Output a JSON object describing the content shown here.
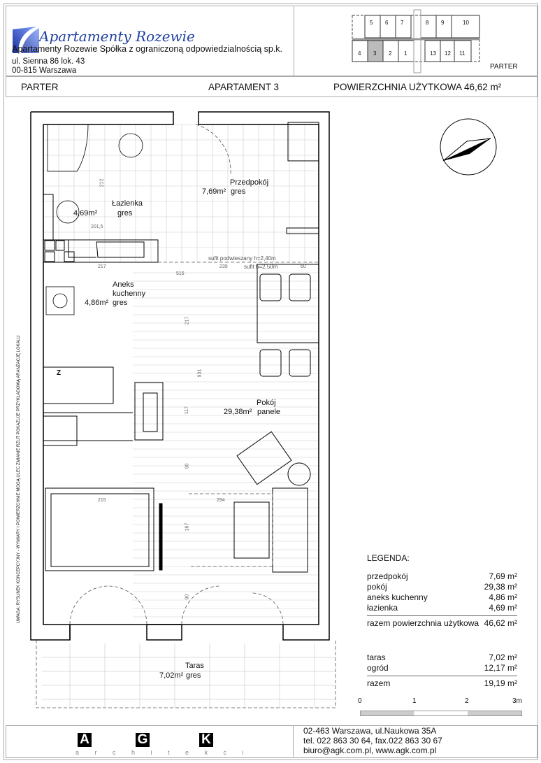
{
  "header": {
    "brand_name": "Apartamenty Rozewie",
    "company": "Apartamenty Rozewie Spółka z ograniczoną odpowiedzialnością sp.k.",
    "address_line1": "ul. Sienna 86 lok. 43",
    "address_line2": "00-815 Warszawa",
    "keyplan_floor": "PARTER",
    "keyplan_units_top": [
      "5",
      "6",
      "7",
      "8",
      "9",
      "10"
    ],
    "keyplan_units_bottom": [
      "4",
      "3",
      "2",
      "1",
      "13",
      "12",
      "11"
    ],
    "floor": "PARTER",
    "apartment": "APARTAMENT 3",
    "usable_area": "POWIERZCHNIA UŻYTKOWA 46,62 m²"
  },
  "plan": {
    "rooms": [
      {
        "name": "Łazienka",
        "area": "4,69m²",
        "finish": "gres"
      },
      {
        "name": "Przedpokój",
        "area": "7,69m²",
        "finish": "gres"
      },
      {
        "name": "Aneks kuchenny",
        "area": "4,86m²",
        "finish": "gres"
      },
      {
        "name": "Pokój",
        "area": "29,38m²",
        "finish": "panele"
      },
      {
        "name": "Taras",
        "area": "7,02m²",
        "finish": "gres"
      }
    ],
    "ceiling_notes": [
      "sufit podwieszany h=2,40m",
      "sufit h=2,50m"
    ],
    "dimensions": [
      "212",
      "201,5",
      "217",
      "239",
      "60",
      "516",
      "217",
      "931",
      "117",
      "90",
      "215",
      "294",
      "167",
      "90"
    ],
    "fridge_mark": "Z",
    "side_note": "UWAGA: RYSUNEK KONCEPCYJNY - WYMIARY I POWIERZCHNIE MOGĄ ULEC ZMIANIE  RZUT POKAZUJE PRZYKŁADOWĄ ARANŻACJĘ LOKALU"
  },
  "legend": {
    "title": "LEGENDA:",
    "rooms": [
      {
        "label": "przedpokój",
        "value": "7,69 m²"
      },
      {
        "label": "pokój",
        "value": "29,38 m²"
      },
      {
        "label": "aneks kuchenny",
        "value": "4,86 m²"
      },
      {
        "label": "łazienka",
        "value": "4,69 m²"
      }
    ],
    "total": {
      "label": "razem powierzchnia użytkowa",
      "value": "46,62 m²"
    },
    "outdoor": [
      {
        "label": "taras",
        "value": "7,02 m²"
      },
      {
        "label": "ogród",
        "value": "12,17 m²"
      }
    ],
    "outdoor_total": {
      "label": "razem",
      "value": "19,19 m²"
    }
  },
  "scale": {
    "labels": [
      "0",
      "1",
      "2",
      "3m"
    ]
  },
  "footer": {
    "logo_letters": [
      "A",
      "G",
      "K"
    ],
    "logo_sub": "a r c h i t e k c i",
    "address": "02-463 Warszawa, ul.Naukowa 35A",
    "phone": "tel. 022 863 30 64, fax.022 863 30 67",
    "web": "biuro@agk.com.pl, www.agk.com.pl"
  }
}
